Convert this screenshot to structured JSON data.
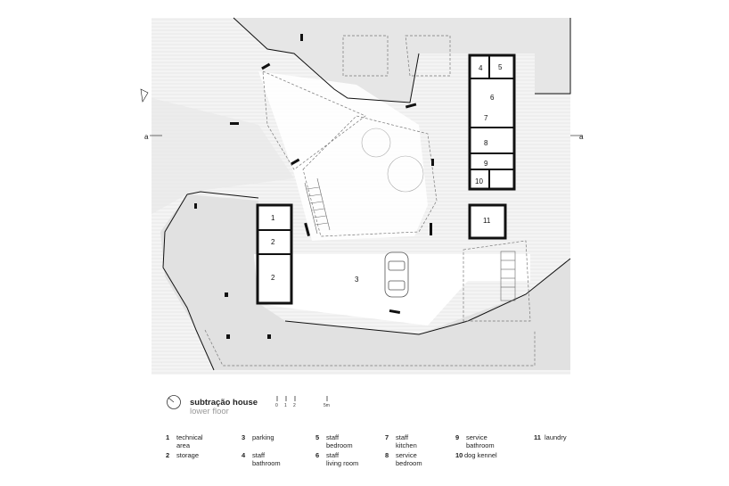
{
  "title": "subtração house",
  "subtitle": "lower floor",
  "section_marks": {
    "left": "a",
    "right": "a"
  },
  "scale_labels": [
    "0",
    "1",
    "2",
    "5m"
  ],
  "room_numbers": [
    {
      "id": "r4",
      "label": "4"
    },
    {
      "id": "r5",
      "label": "5"
    },
    {
      "id": "r6",
      "label": "6"
    },
    {
      "id": "r7",
      "label": "7"
    },
    {
      "id": "r8",
      "label": "8"
    },
    {
      "id": "r9",
      "label": "9"
    },
    {
      "id": "r10",
      "label": "10"
    },
    {
      "id": "r11",
      "label": "11"
    },
    {
      "id": "r1",
      "label": "1"
    },
    {
      "id": "r2a",
      "label": "2"
    },
    {
      "id": "r2b",
      "label": "2"
    },
    {
      "id": "r3",
      "label": "3"
    }
  ],
  "legend": [
    {
      "num": "1",
      "text": "technical\narea"
    },
    {
      "num": "2",
      "text": "storage"
    },
    {
      "num": "3",
      "text": "parking"
    },
    {
      "num": "4",
      "text": "staff\nbathroom"
    },
    {
      "num": "5",
      "text": "staff\nbedroom"
    },
    {
      "num": "6",
      "text": "staff\nliving room"
    },
    {
      "num": "7",
      "text": "staff\nkitchen"
    },
    {
      "num": "8",
      "text": "service\nbedroom"
    },
    {
      "num": "9",
      "text": "service\nbathroom"
    },
    {
      "num": "10",
      "text": "dog kennel"
    },
    {
      "num": "11",
      "text": "laundry"
    }
  ],
  "colors": {
    "ground": "#e6e6e6",
    "wall": "#111111",
    "dash": "#777777",
    "background": "#ffffff"
  }
}
